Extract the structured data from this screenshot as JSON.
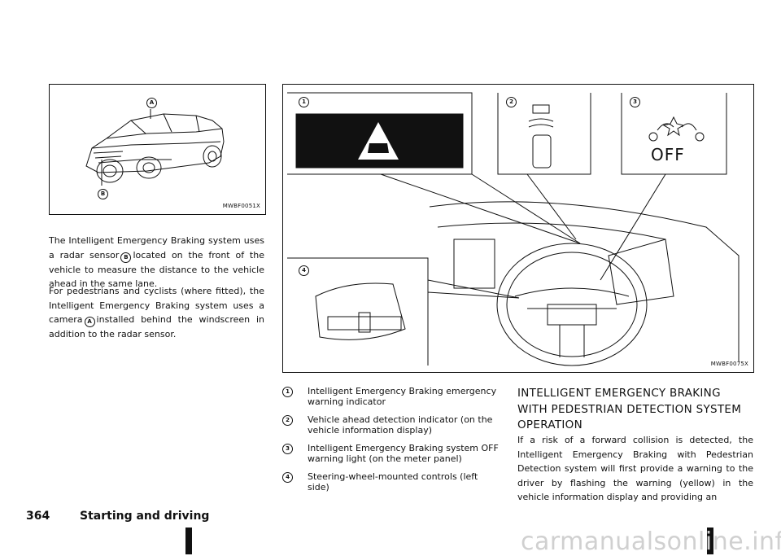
{
  "figure_left": {
    "code": "MWBF0051X",
    "callouts": [
      "A",
      "B"
    ]
  },
  "figure_right": {
    "code": "MWBF0075X",
    "callouts": [
      "1",
      "2",
      "3",
      "4"
    ],
    "off_label": "OFF"
  },
  "left_text": {
    "p1_before": "The Intelligent Emergency Braking system uses a radar sensor",
    "p1_marker": "B",
    "p1_after": "located on the front of the vehicle to measure the distance to the vehicle ahead in the same lane.",
    "p2_before": "For pedestrians and cyclists (where fitted), the Intelligent Emergency Braking system uses a camera",
    "p2_marker": "A",
    "p2_after": "installed behind the windscreen in addition to the radar sensor."
  },
  "legend": [
    {
      "marker": "1",
      "text": "Intelligent Emergency Braking emergency warning indicator"
    },
    {
      "marker": "2",
      "text": "Vehicle ahead detection indicator (on the vehicle information display)"
    },
    {
      "marker": "3",
      "text": "Intelligent Emergency Braking system OFF warning light (on the meter panel)"
    },
    {
      "marker": "4",
      "text": "Steering-wheel-mounted controls (left side)"
    }
  ],
  "section": {
    "heading": "INTELLIGENT EMERGENCY BRAKING WITH PEDESTRIAN DETECTION SYSTEM OPERATION",
    "body": "If a risk of a forward collision is detected, the Intelligent Emergency Braking with Pedestrian Detection system will first provide a warning to the driver by flashing the warning (yellow) in the vehicle information display and providing an"
  },
  "footer": {
    "page_number": "364",
    "section_title": "Starting and driving"
  },
  "watermark": "carmanualsonline.info"
}
